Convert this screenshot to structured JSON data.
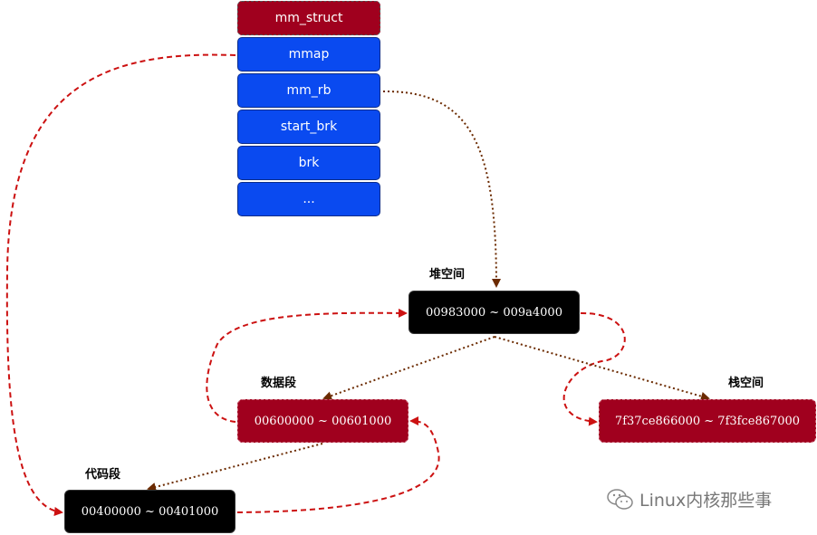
{
  "mm_struct": {
    "fields": [
      "mm_struct",
      "mmap",
      "mm_rb",
      "start_brk",
      "brk",
      "..."
    ]
  },
  "regions": {
    "heap": {
      "label": "堆空间",
      "range": "00983000 ~ 009a4000"
    },
    "data": {
      "label": "数据段",
      "range": "00600000 ~ 00601000"
    },
    "code": {
      "label": "代码段",
      "range": "00400000 ~ 00401000"
    },
    "stack": {
      "label": "栈空间",
      "range": "7f37ce866000 ~ 7f3fce867000"
    }
  },
  "watermark": {
    "text": "Linux内核那些事",
    "icon": "wechat-icon"
  },
  "colors": {
    "field_blue": "#0a4af0",
    "header_red": "#a0001e",
    "node_black": "#000000",
    "dashed_arrow": "#cc1111",
    "dotted_arrow": "#6b2a00"
  }
}
